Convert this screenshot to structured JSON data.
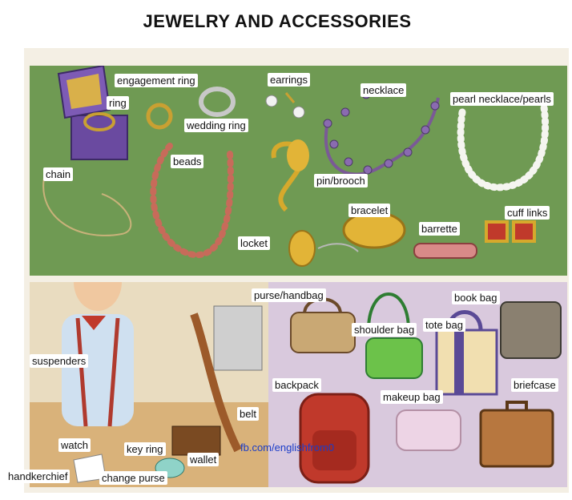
{
  "title": "JEWELRY AND ACCESSORIES",
  "labels": {
    "engagement_ring": "engagement ring",
    "ring": "ring",
    "earrings": "earrings",
    "necklace": "necklace",
    "pearl_necklace": "pearl necklace/pearls",
    "wedding_ring": "wedding ring",
    "chain": "chain",
    "beads": "beads",
    "pin_brooch": "pin/brooch",
    "bracelet": "bracelet",
    "cuff_links": "cuff links",
    "barrette": "barrette",
    "locket": "locket",
    "purse_handbag": "purse/handbag",
    "book_bag": "book bag",
    "shoulder_bag": "shoulder bag",
    "tote_bag": "tote bag",
    "suspenders": "suspenders",
    "backpack": "backpack",
    "briefcase": "briefcase",
    "makeup_bag": "makeup bag",
    "belt": "belt",
    "watch": "watch",
    "key_ring": "key ring",
    "wallet": "wallet",
    "handkerchief": "handkerchief",
    "change_purse": "change purse"
  },
  "watermark": "fb.com/englishfrom0"
}
